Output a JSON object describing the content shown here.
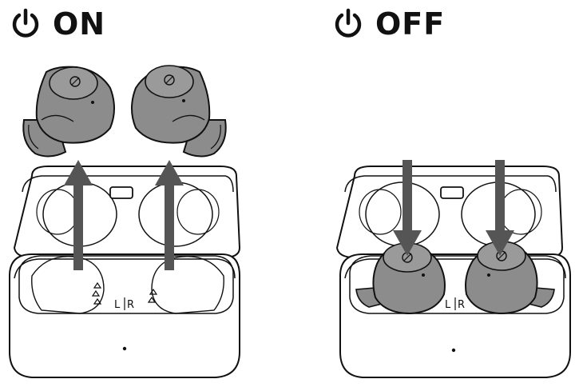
{
  "panels": {
    "on": {
      "label": "ON",
      "icon": "power-icon"
    },
    "off": {
      "label": "OFF",
      "icon": "power-icon"
    }
  },
  "case_markings": {
    "left": "L",
    "right": "R"
  },
  "colors": {
    "earbud": "#8c8c8c",
    "arrow": "#555555",
    "outline": "#111111",
    "case": "#ffffff"
  }
}
